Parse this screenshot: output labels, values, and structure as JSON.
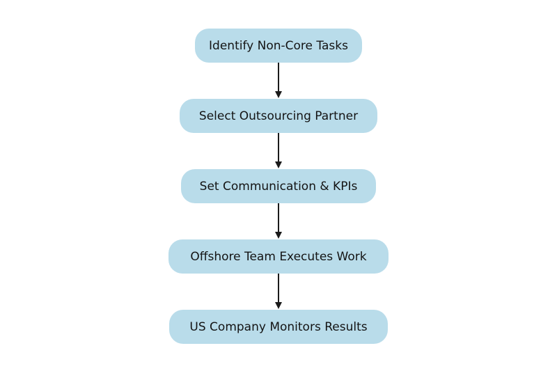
{
  "diagram": {
    "type": "flowchart",
    "direction": "top-down",
    "nodes": [
      {
        "id": "identify-non-core-tasks",
        "label": "Identify Non-Core Tasks"
      },
      {
        "id": "select-outsourcing-partner",
        "label": "Select Outsourcing Partner"
      },
      {
        "id": "set-communication-kpis",
        "label": "Set Communication & KPIs"
      },
      {
        "id": "offshore-team-executes-work",
        "label": "Offshore Team Executes Work"
      },
      {
        "id": "us-company-monitors-results",
        "label": "US Company Monitors Results"
      }
    ],
    "edges": [
      {
        "from": "identify-non-core-tasks",
        "to": "select-outsourcing-partner"
      },
      {
        "from": "select-outsourcing-partner",
        "to": "set-communication-kpis"
      },
      {
        "from": "set-communication-kpis",
        "to": "offshore-team-executes-work"
      },
      {
        "from": "offshore-team-executes-work",
        "to": "us-company-monitors-results"
      }
    ],
    "colors": {
      "background": "#ffffff",
      "node_fill": "#b9dcea",
      "node_text": "#141414",
      "arrow": "#1a1a1a"
    }
  }
}
